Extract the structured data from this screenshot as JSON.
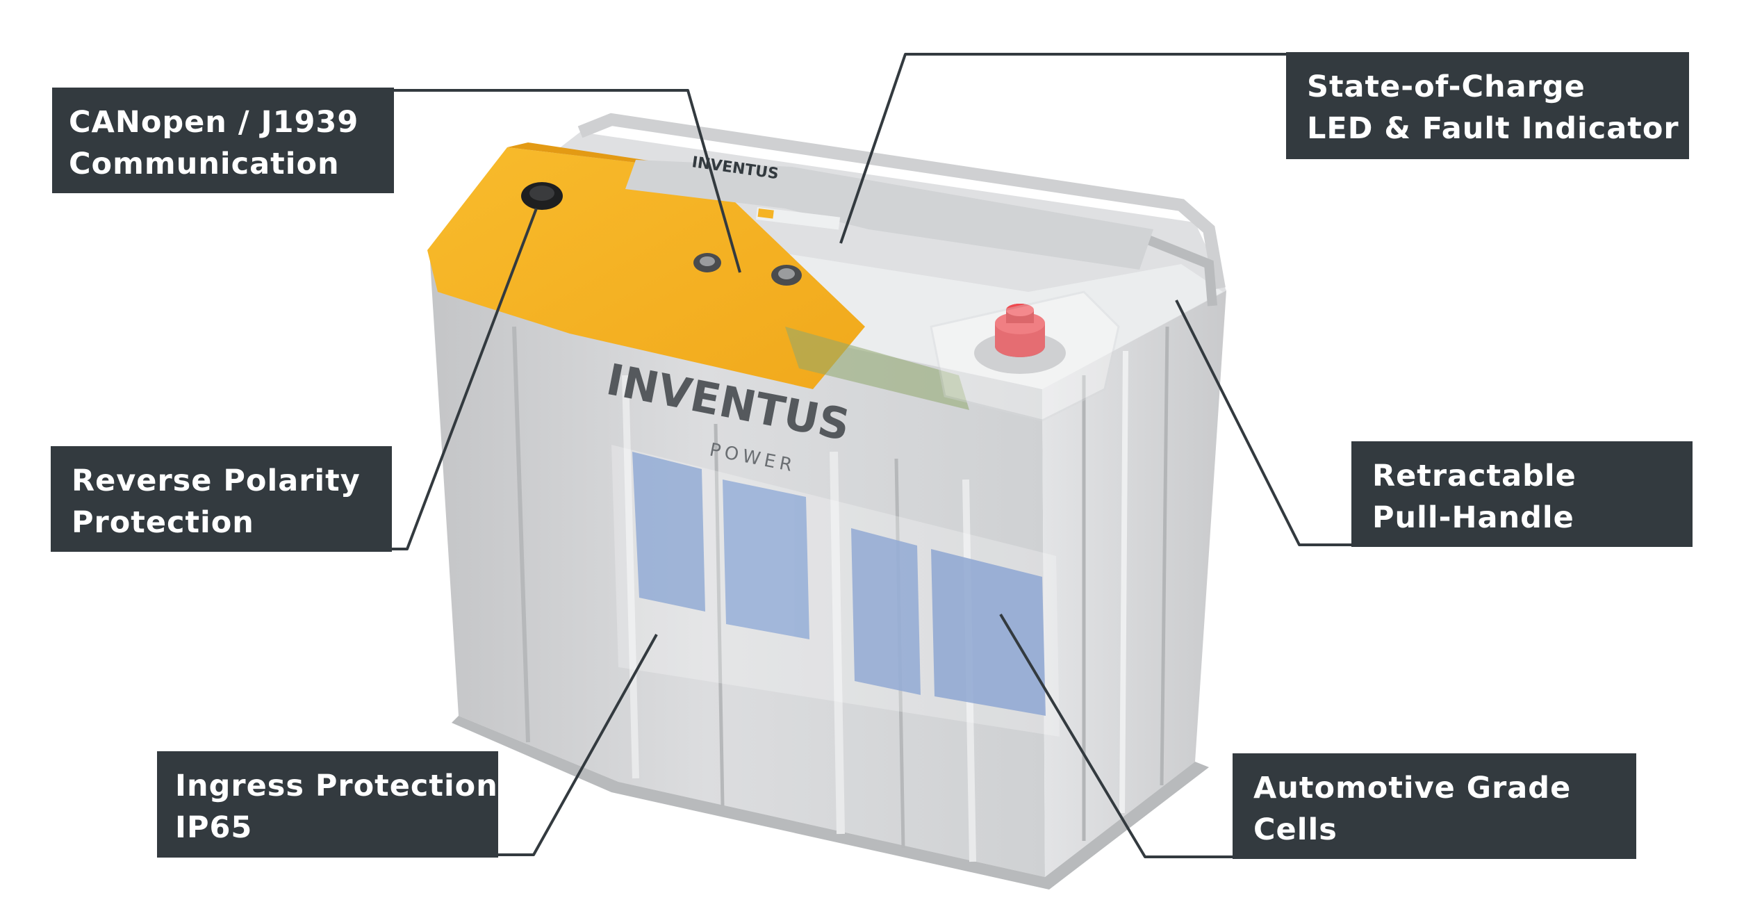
{
  "callouts": {
    "canopen": {
      "line1": "CANopen / J1939",
      "line2": "Communication"
    },
    "soc": {
      "line1": "State-of-Charge",
      "line2": "LED & Fault Indicator"
    },
    "reverse": {
      "line1": "Reverse Polarity",
      "line2": "Protection"
    },
    "retract": {
      "line1": "Retractable",
      "line2": "Pull-Handle"
    },
    "ingress": {
      "line1": "Ingress Protection",
      "line2": "IP65"
    },
    "cells": {
      "line1": "Automotive Grade",
      "line2": "Cells"
    }
  },
  "battery": {
    "brand": "INVENTUS",
    "brand_sub": "POWER",
    "label_brand": "INVENTUS"
  },
  "colors": {
    "callout_bg": "#333a3f",
    "callout_text": "#ffffff",
    "lid_yellow": "#f5b324",
    "case_gray": "#c7c8c9",
    "cells_blue": "#6f8fc7",
    "terminal_red": "#d81f26"
  }
}
